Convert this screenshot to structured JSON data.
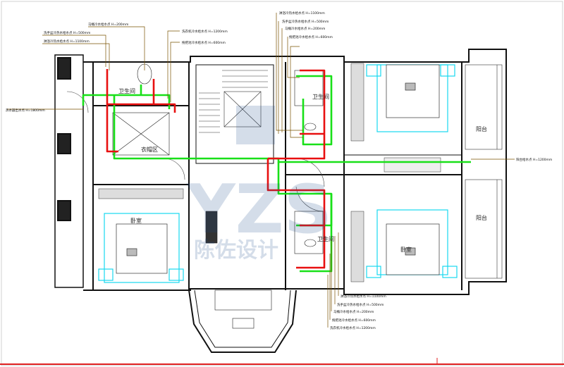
{
  "rooms": {
    "closet": "衣帽区",
    "bedroom_left": "卧室",
    "bedroom_right": "卧室",
    "bath_upper": "卫生间",
    "bath_lower": "卫生间",
    "balcony_upper": "阳台",
    "balcony_lower": "阳台",
    "bath_left": "卫生间"
  },
  "pipe_labels": {
    "tl1": "马桶冷水给水点 H=200mm",
    "tl2": "洗手盆冷热水给水点 H=500mm",
    "tl3": "淋浴冷热水给水点 H=1100mm",
    "tm1": "洗衣机冷水给水点 H=1200mm",
    "tm2": "拖把池冷水给水点 H=600mm",
    "tr1": "淋浴冷热水给水点 H=1100mm",
    "tr2": "洗手盆冷热水给水点 H=500mm",
    "tr3": "马桶冷水给水点 H=200mm",
    "tr4": "拖把池冷水给水点 H=600mm",
    "left": "热水器出水点 H=1800mm",
    "right": "阳台给水点 H=1200mm",
    "br1": "淋浴冷热水给水点 H=1100mm",
    "br2": "洗手盆冷热水给水点 H=500mm",
    "br3": "马桶冷水给水点 H=200mm",
    "br4": "拖把池冷水给水点 H=600mm",
    "br5": "洗衣机冷水给水点 H=1200mm"
  },
  "watermark": "YZS 陈佐设计",
  "colors": {
    "cold_pipe": "#18e018",
    "hot_pipe": "#e81010",
    "leader": "#7a5200",
    "furniture": "#18d8f0",
    "wall": "#111111",
    "frame": "#e02020"
  }
}
